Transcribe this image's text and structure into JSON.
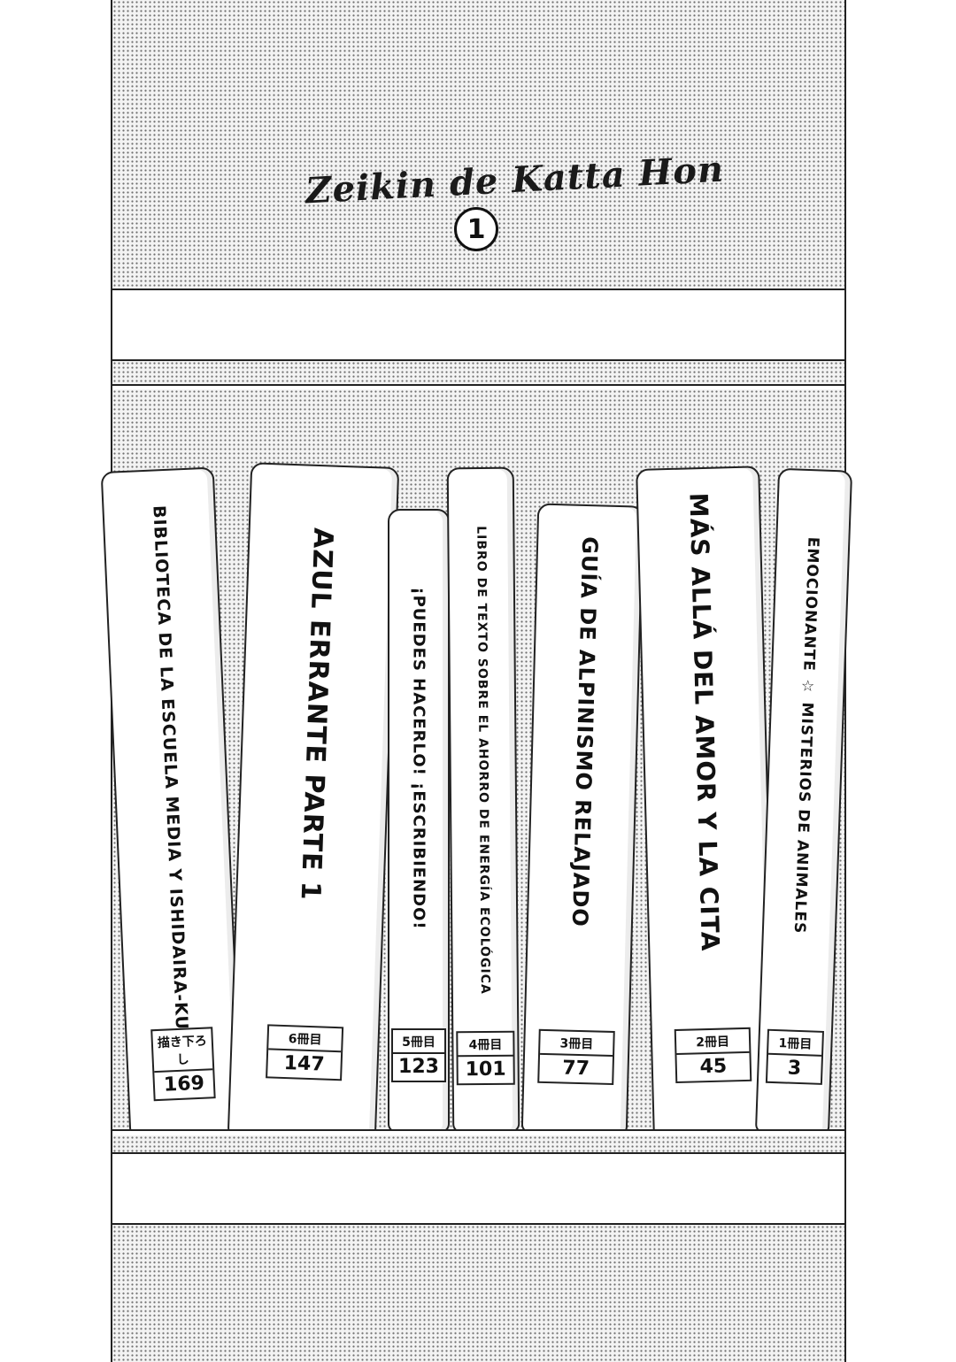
{
  "title": "Zeikin de Katta Hon",
  "volume_mark": "1",
  "books": [
    {
      "title": "BIBLIOTECA DE LA ESCUELA MEDIA Y ISHIDAIRA-KUN",
      "label_top": "描き下ろし",
      "label_num": "169"
    },
    {
      "title": "AZUL ERRANTE PARTE 1",
      "label_top": "6冊目",
      "label_num": "147"
    },
    {
      "title": "¡PUEDES HACERLO! ¡ESCRIBIENDO!",
      "label_top": "5冊目",
      "label_num": "123"
    },
    {
      "title": "LIBRO DE TEXTO SOBRE EL AHORRO DE ENERGÍA ECOLÓGICA",
      "label_top": "4冊目",
      "label_num": "101"
    },
    {
      "title": "GUÍA DE ALPINISMO RELAJADO",
      "label_top": "3冊目",
      "label_num": "77"
    },
    {
      "title": "MÁS ALLÁ DEL AMOR Y LA CITA",
      "label_top": "2冊目",
      "label_num": "45"
    },
    {
      "title": "EMOCIONANTE ☆ MISTERIOS DE ANIMALES",
      "label_top": "1冊目",
      "label_num": "3"
    }
  ]
}
